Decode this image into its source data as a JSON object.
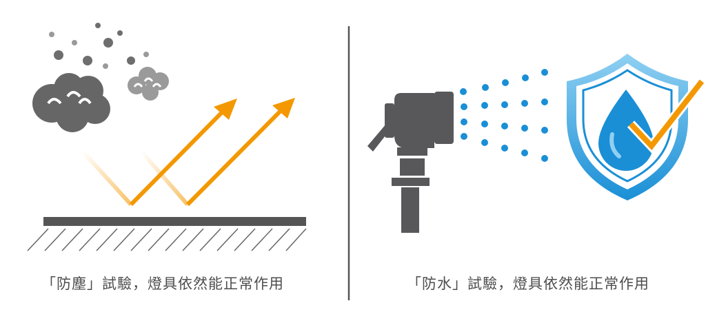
{
  "panels": [
    {
      "caption": "「防塵」試驗，燈具依然能正常作用",
      "icon": "dust-test-illustration"
    },
    {
      "caption": "「防水」試驗，燈具依然能正常作用",
      "icon": "water-test-illustration"
    }
  ],
  "colors": {
    "gray": "#58585a",
    "orange": "#f39800",
    "blue": "#1a8fd6",
    "text": "#4d4d4d"
  }
}
